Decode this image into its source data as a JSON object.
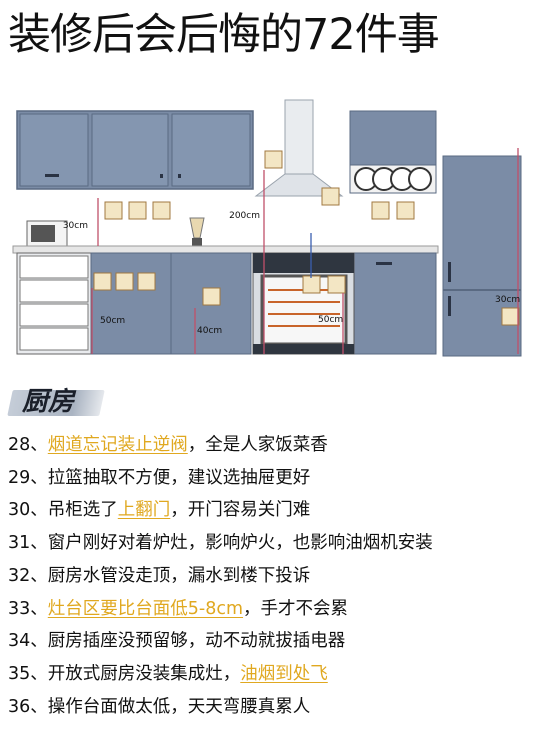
{
  "title": "装修后会后悔的72件事",
  "illustration": {
    "labels": {
      "d30": "30cm",
      "d200": "200cm",
      "d50a": "50cm",
      "d40": "40cm",
      "d50b": "50cm",
      "d30b": "30cm"
    }
  },
  "section": {
    "label": "厨房"
  },
  "items": [
    {
      "num": "28、",
      "parts": [
        {
          "t": "烟道忘记装止逆阀",
          "hl": true
        },
        {
          "t": "，全是人家饭菜香",
          "hl": false
        }
      ]
    },
    {
      "num": "29、",
      "parts": [
        {
          "t": "拉篮抽取不方便，建议选抽屉更好",
          "hl": false
        }
      ]
    },
    {
      "num": "30、",
      "parts": [
        {
          "t": "吊柜选了",
          "hl": false
        },
        {
          "t": "上翻门",
          "hl": true
        },
        {
          "t": "，开门容易关门难",
          "hl": false
        }
      ]
    },
    {
      "num": "31、",
      "parts": [
        {
          "t": "窗户刚好对着炉灶，影响炉火，也影响油烟机安装",
          "hl": false
        }
      ]
    },
    {
      "num": "32、",
      "parts": [
        {
          "t": "厨房水管没走顶，漏水到楼下投诉",
          "hl": false
        }
      ]
    },
    {
      "num": "33、",
      "parts": [
        {
          "t": "灶台区要比台面低5-8cm",
          "hl": true
        },
        {
          "t": "，手才不会累",
          "hl": false
        }
      ]
    },
    {
      "num": "34、",
      "parts": [
        {
          "t": "厨房插座没预留够，动不动就拔插电器",
          "hl": false
        }
      ]
    },
    {
      "num": "35、",
      "parts": [
        {
          "t": "开放式厨房没装集成灶，",
          "hl": false
        },
        {
          "t": "油烟到处飞",
          "hl": true
        }
      ]
    },
    {
      "num": "36、",
      "parts": [
        {
          "t": "操作台面做太低，天天弯腰真累人",
          "hl": false
        }
      ]
    }
  ]
}
